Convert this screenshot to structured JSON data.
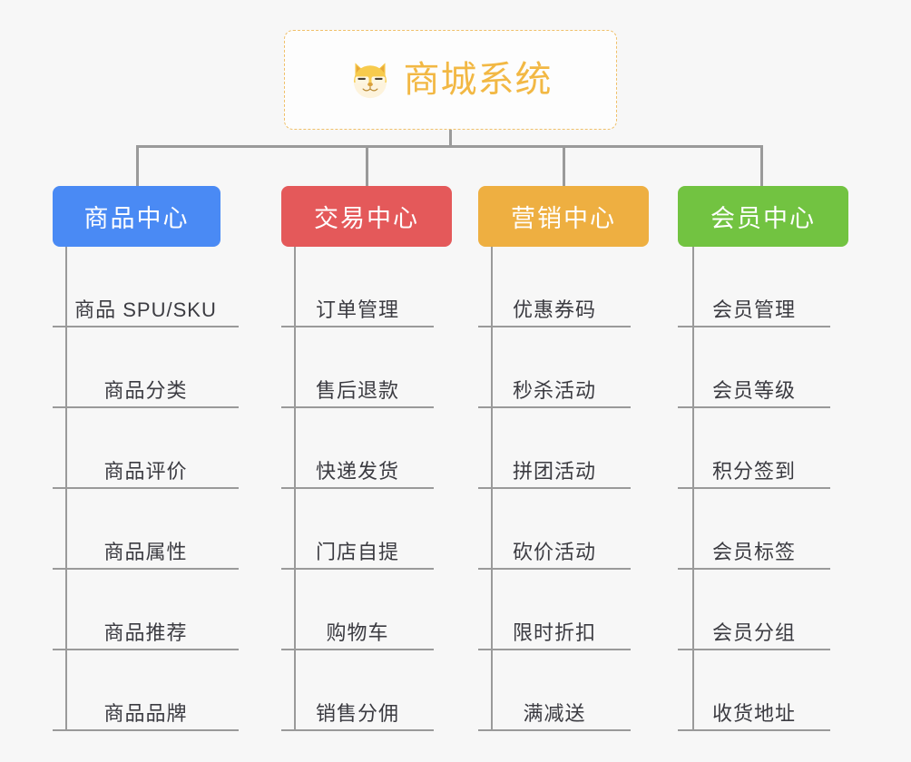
{
  "canvas": {
    "background_color": "#f7f7f7",
    "connector_color": "#9a9a9a"
  },
  "root": {
    "title": "商城系统",
    "icon": "shiba-dog-face-emoji",
    "text_color": "#f2b844",
    "border_color": "#f0c06a",
    "background_color": "#fdfdfd"
  },
  "branches": [
    {
      "label": "商品中心",
      "color": "#4a8af4",
      "head_width": 185,
      "leaf_width": 205,
      "items": [
        "商品 SPU/SKU",
        "商品分类",
        "商品评价",
        "商品属性",
        "商品推荐",
        "商品品牌"
      ]
    },
    {
      "label": "交易中心",
      "color": "#e4595a",
      "head_width": 188,
      "leaf_width": 168,
      "items": [
        "订单管理",
        "售后退款",
        "快递发货",
        "门店自提",
        "购物车",
        "销售分佣"
      ]
    },
    {
      "label": "营销中心",
      "color": "#eeaf41",
      "head_width": 188,
      "leaf_width": 168,
      "items": [
        "优惠券码",
        "秒杀活动",
        "拼团活动",
        "砍价活动",
        "限时折扣",
        "满减送"
      ]
    },
    {
      "label": "会员中心",
      "color": "#72c341",
      "head_width": 188,
      "leaf_width": 168,
      "items": [
        "会员管理",
        "会员等级",
        "积分签到",
        "会员标签",
        "会员分组",
        "收货地址"
      ]
    }
  ],
  "geometry": {
    "branch_left_positions": [
      58,
      310,
      527,
      747
    ],
    "branch_stem_offsets": [
      14,
      14,
      14,
      16
    ]
  }
}
